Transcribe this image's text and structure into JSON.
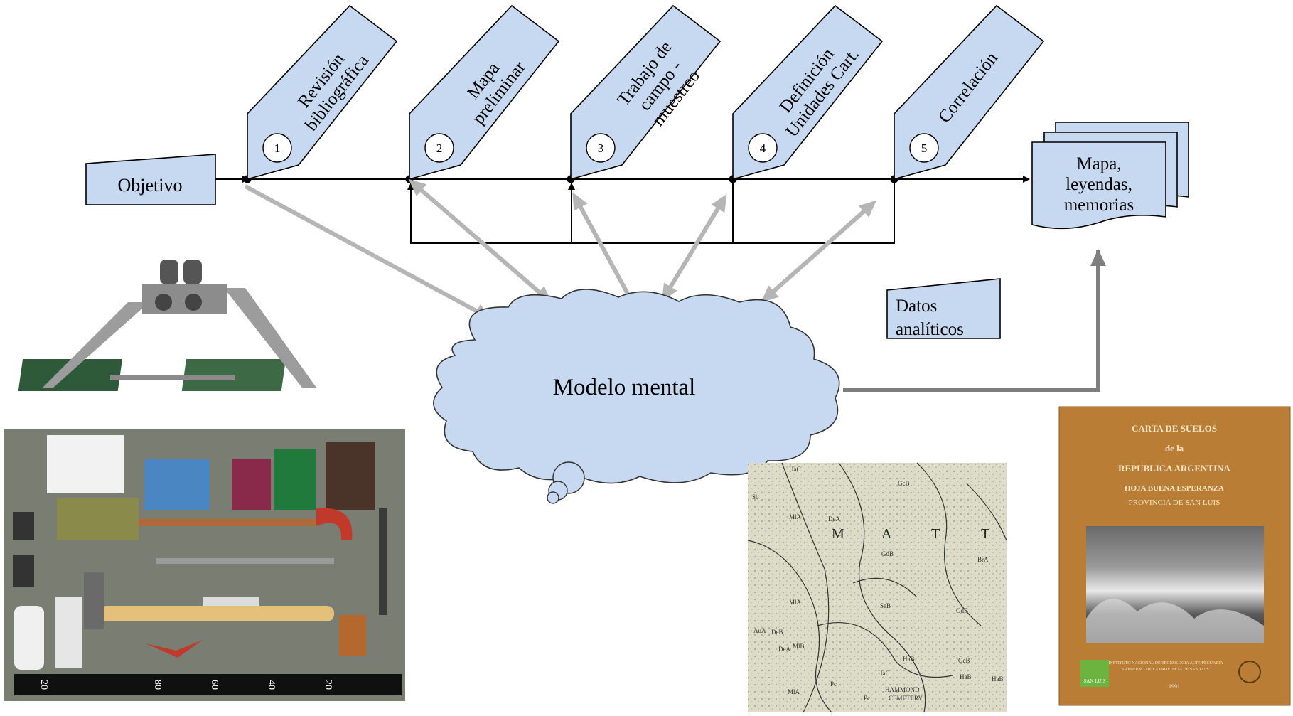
{
  "start_box": {
    "label": "Objetivo"
  },
  "steps": [
    {
      "number": "1",
      "lines": [
        "Revisión",
        "bibliográfica"
      ]
    },
    {
      "number": "2",
      "lines": [
        "Mapa",
        "preliminar"
      ]
    },
    {
      "number": "3",
      "lines": [
        "Trabajo de",
        "campo -",
        "muestreo"
      ]
    },
    {
      "number": "4",
      "lines": [
        "Definición",
        "Unidades Cart."
      ]
    },
    {
      "number": "5",
      "lines": [
        "Correlación"
      ]
    }
  ],
  "output_doc": {
    "lines": [
      "Mapa,",
      "leyendas,",
      "memorias"
    ]
  },
  "analytics_box": {
    "lines": [
      "Datos",
      "analíticos"
    ]
  },
  "cloud": {
    "label": "Modelo mental"
  },
  "field_tools_photo": {
    "scale_labels": [
      "20",
      "80",
      "60",
      "40",
      "20"
    ]
  },
  "soil_map": {
    "big_labels": [
      "M",
      "A",
      "T",
      "T"
    ],
    "small_labels": [
      "HaC",
      "GcB",
      "Sb",
      "MlA",
      "DeA",
      "GdB",
      "BrA",
      "MlA",
      "SeB",
      "GdB",
      "AuA",
      "DeB",
      "DeA",
      "MlB",
      "HaB",
      "HaC",
      "GcB",
      "HaB",
      "MlA",
      "Pc",
      "Pc",
      "HaB",
      "HAMMOND",
      "CEMETERY"
    ]
  },
  "book_cover": {
    "title_lines": [
      "CARTA DE SUELOS",
      "de la",
      "REPUBLICA ARGENTINA"
    ],
    "subtitle": "HOJA BUENA ESPERANZA",
    "province": "PROVINCIA DE SAN LUIS",
    "footer_left": "SAN LUIS",
    "footer_text": [
      "INSTITUTO NACIONAL DE TECNOLOGIA AGROPECUARIA",
      "GOBIERNO DE LA PROVINCIA DE SAN LUIS"
    ],
    "year": "1991"
  },
  "colors": {
    "box_fill": "#c6d9f0",
    "arrow_gray": "#b5b5b5",
    "cover_brown": "#b97d35",
    "cover_text": "#f5e6c8"
  }
}
